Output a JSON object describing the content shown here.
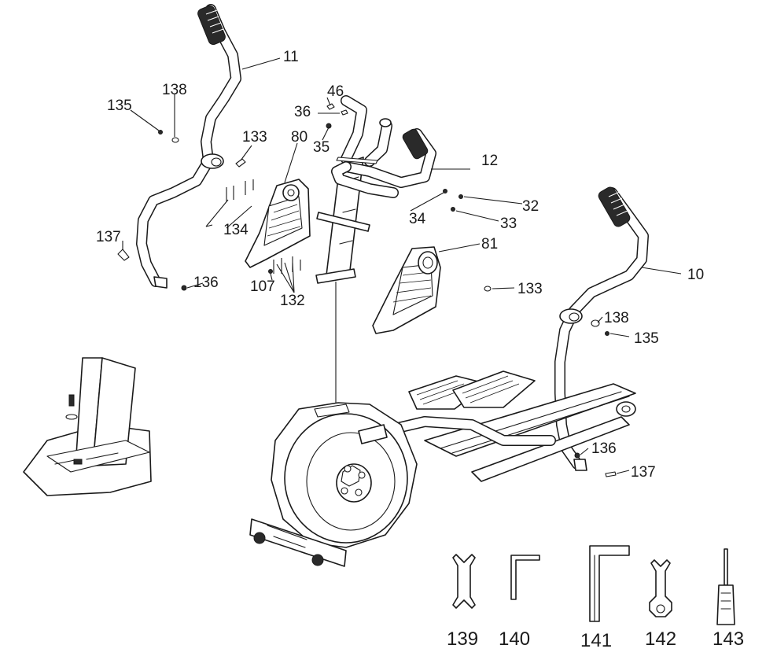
{
  "diagram": {
    "part_labels": [
      "11",
      "138",
      "135",
      "133",
      "80",
      "46",
      "36",
      "35",
      "12",
      "32",
      "34",
      "33",
      "134",
      "137",
      "136",
      "107",
      "132",
      "81",
      "10",
      "133",
      "138",
      "135",
      "136",
      "137"
    ],
    "tool_labels": [
      "139",
      "140",
      "141",
      "142",
      "143"
    ]
  }
}
